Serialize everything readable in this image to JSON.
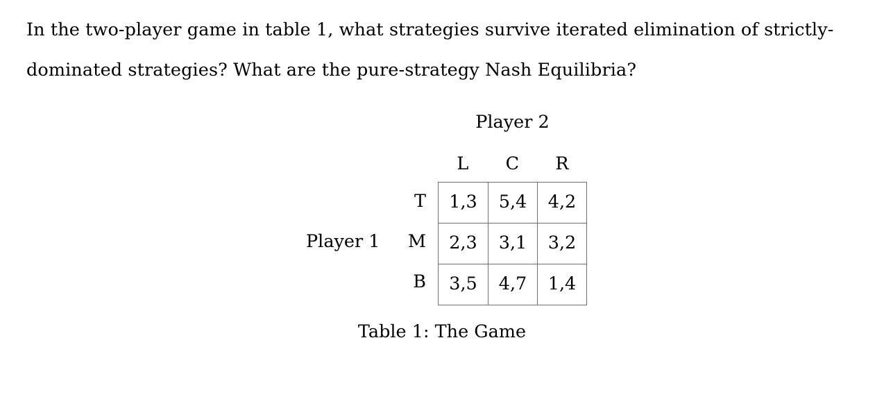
{
  "question": {
    "lines": [
      "In the two-player game in table 1, what strategies survive iterated elimination of strictly-",
      "dominated strategies? What are the pure-strategy Nash Equilibria?"
    ]
  },
  "figure": {
    "column_player_label": "Player 2",
    "row_player_label": "Player 1",
    "column_headers": [
      "L",
      "C",
      "R"
    ],
    "row_headers": [
      "T",
      "M",
      "B"
    ],
    "payoffs": [
      [
        "1,3",
        "5,4",
        "4,2"
      ],
      [
        "2,3",
        "3,1",
        "3,2"
      ],
      [
        "3,5",
        "4,7",
        "1,4"
      ]
    ],
    "caption": "Table 1:  The Game",
    "border_color": "#6d6d6d",
    "text_color": "#000000",
    "background_color": "#ffffff"
  }
}
